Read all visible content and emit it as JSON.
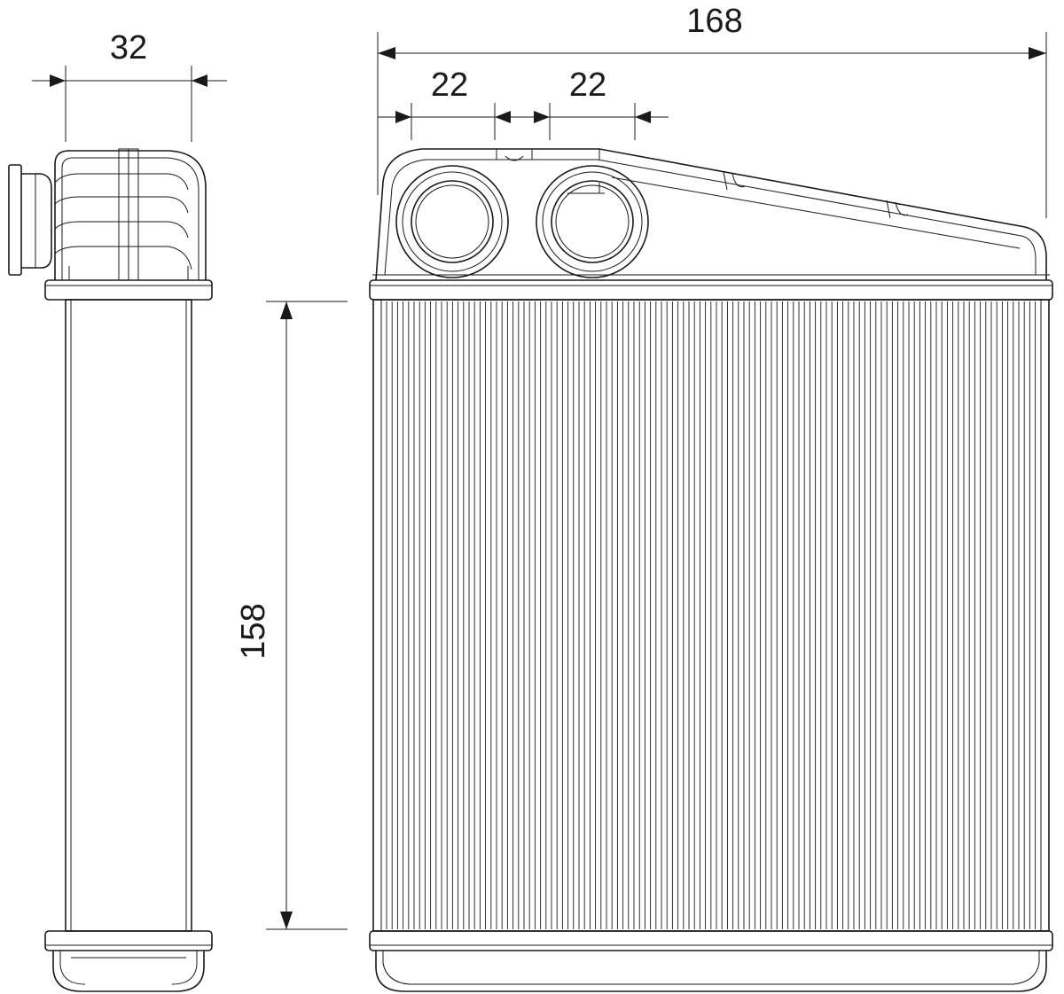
{
  "dimensions": {
    "side_width": "32",
    "total_width": "168",
    "pipe_offset_1": "22",
    "pipe_offset_2": "22",
    "core_height": "158"
  },
  "colors": {
    "line": "#1a1a1a",
    "background": "#ffffff"
  }
}
